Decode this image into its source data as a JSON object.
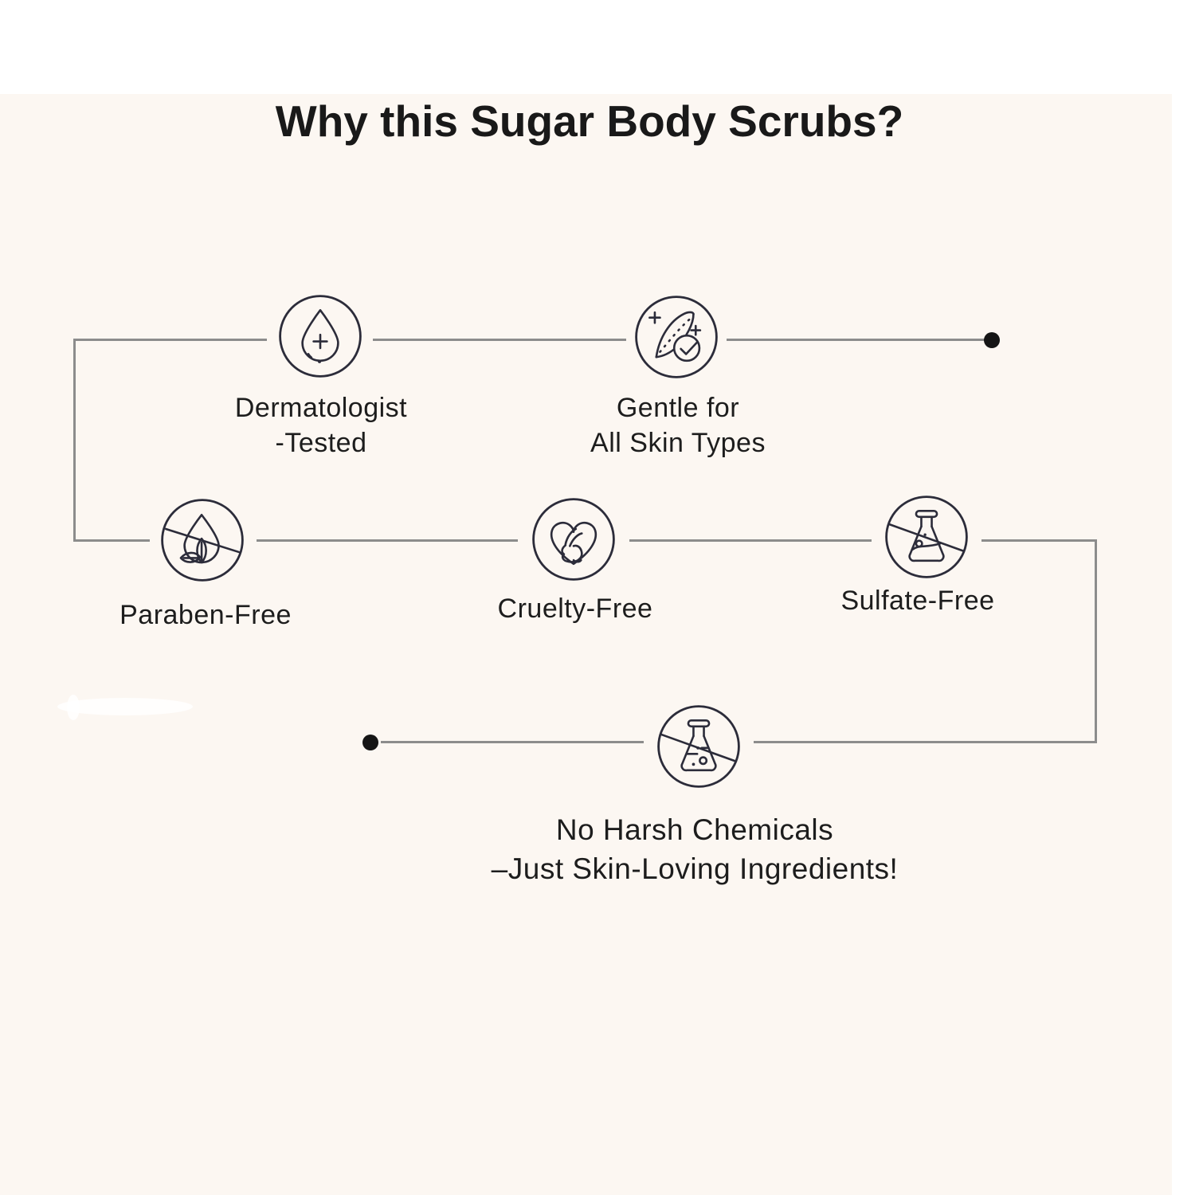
{
  "title": "Why this Sugar Body Scrubs?",
  "features": {
    "dermatologist": {
      "line1": "Dermatologist",
      "line2": "-Tested",
      "icon": "droplet-plus"
    },
    "gentle": {
      "line1": "Gentle for",
      "line2": "All Skin Types",
      "icon": "feather-check"
    },
    "paraben": {
      "label": "Paraben-Free",
      "icon": "crossed-droplet-leaf"
    },
    "cruelty": {
      "label": "Cruelty-Free",
      "icon": "rabbit-in-heart"
    },
    "sulfate": {
      "label": "Sulfate-Free",
      "icon": "crossed-flask"
    },
    "chemicals": {
      "line1": "No Harsh Chemicals",
      "line2": "–Just Skin-Loving Ingredients!",
      "icon": "crossed-flask-dots"
    }
  },
  "colors": {
    "page": "#FFFFFF",
    "panel_background": "#FCF7F2",
    "text": "#1D1D1D",
    "connector_line": "#8C8C8C",
    "connector_dot": "#151515",
    "icon_stroke": "#2C2C3A"
  }
}
